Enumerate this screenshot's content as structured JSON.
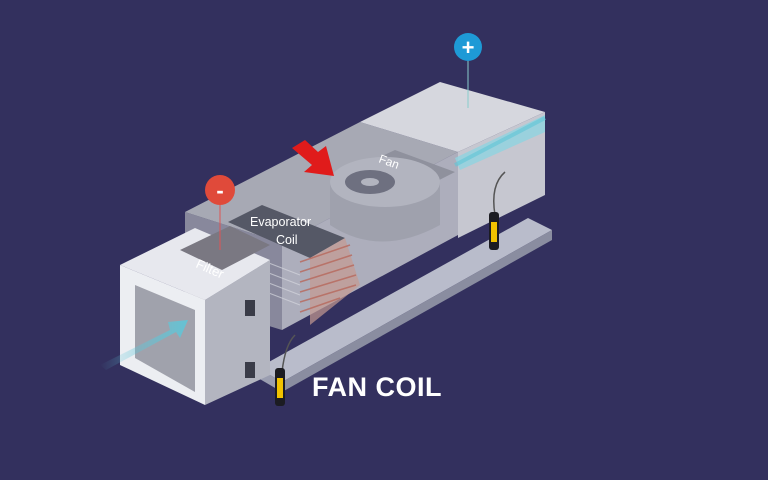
{
  "diagram": {
    "title": "FAN COIL",
    "labels": {
      "filter": "Filter",
      "evaporator_line1": "Evaporator",
      "evaporator_line2": "Coil",
      "fan": "Fan"
    },
    "markers": {
      "minus": "-",
      "plus": "+"
    },
    "colors": {
      "background": "#33305e",
      "minus_marker": "#e04a3a",
      "plus_marker": "#1e9ad6",
      "arrow": "#e01b1b",
      "airflow": "#5fc6d8",
      "sensor": "#f2c200"
    }
  }
}
